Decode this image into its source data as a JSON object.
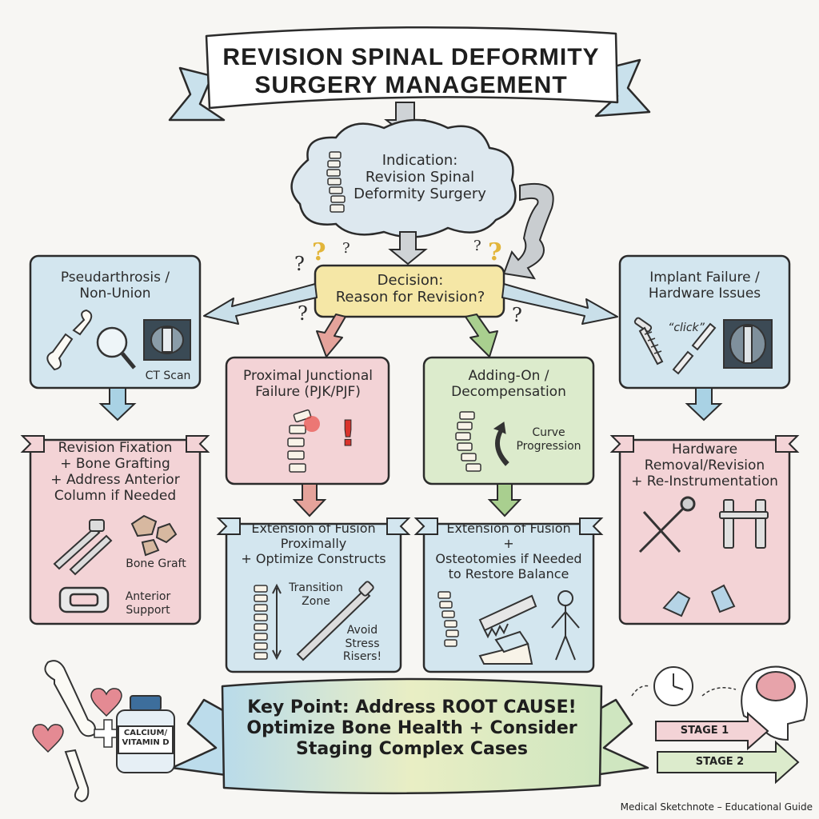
{
  "title": {
    "line1": "REVISION SPINAL DEFORMITY",
    "line2": "SURGERY MANAGEMENT"
  },
  "indication": {
    "line1": "Indication:",
    "line2": "Revision Spinal",
    "line3": "Deformity Surgery"
  },
  "decision": {
    "line1": "Decision:",
    "line2": "Reason for Revision?"
  },
  "pseudarthrosis": {
    "line1": "Pseudarthrosis /",
    "line2": "Non-Union",
    "ct_label": "CT Scan"
  },
  "implant_failure": {
    "line1": "Implant Failure /",
    "line2": "Hardware Issues",
    "click_label": "“click”"
  },
  "pjk": {
    "line1": "Proximal Junctional",
    "line2": "Failure (PJK/PJF)"
  },
  "adding_on": {
    "line1": "Adding-On /",
    "line2": "Decompensation",
    "note1": "Curve",
    "note2": "Progression"
  },
  "revision_fixation": {
    "line1": "Revision Fixation",
    "line2": "+ Bone Grafting",
    "line3": "+ Address Anterior",
    "line4": "Column if Needed",
    "bone_graft": "Bone Graft",
    "anterior1": "Anterior",
    "anterior2": "Support"
  },
  "hardware_removal": {
    "line1": "Hardware",
    "line2": "Removal/Revision",
    "line3": "+ Re-Instrumentation"
  },
  "extension_proximal": {
    "line1": "Extension of Fusion",
    "line2": "Proximally",
    "line3": "+ Optimize Constructs",
    "transition1": "Transition",
    "transition2": "Zone",
    "avoid1": "Avoid",
    "avoid2": "Stress",
    "avoid3": "Risers!"
  },
  "extension_osteotomy": {
    "line1": "Extension of Fusion",
    "line2": "+",
    "line3": "Osteotomies if Needed",
    "line4": "to Restore Balance"
  },
  "key_point": {
    "line1": "Key Point: Address ROOT CAUSE!",
    "line2": "Optimize Bone Health + Consider",
    "line3": "Staging Complex Cases"
  },
  "bottle_label": {
    "line1": "CALCIUM/",
    "line2": "VITAMIN D"
  },
  "stages": [
    "STAGE 1",
    "STAGE 2"
  ],
  "footer": "Medical Sketchnote – Educational Guide",
  "colors": {
    "blue": "#d3e6ef",
    "pink": "#f3d3d6",
    "green": "#dcebcc",
    "yellow": "#f5e7a6",
    "cloud": "#dde8ef",
    "arrow_blue": "#a9d2e4",
    "arrow_red": "#e5a39b",
    "arrow_green": "#a9cf8f"
  }
}
